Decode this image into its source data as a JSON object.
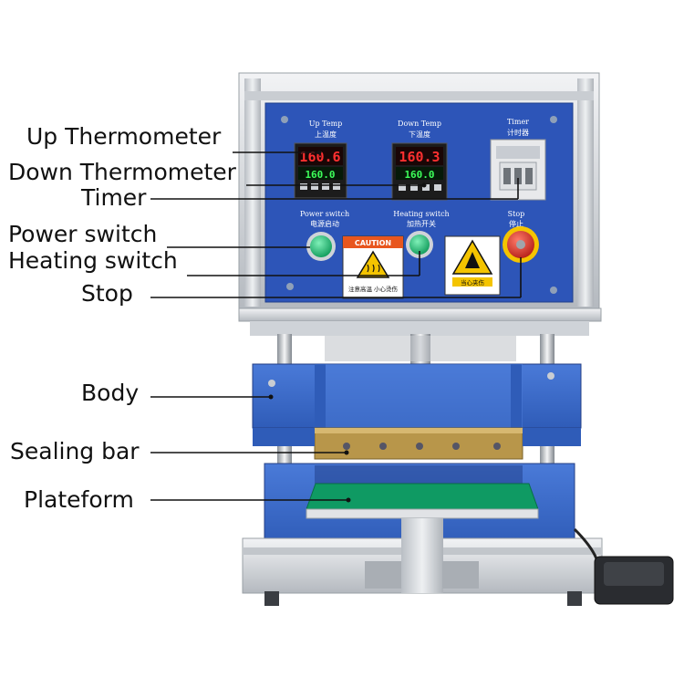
{
  "callouts": {
    "up_thermometer": "Up Thermometer",
    "down_thermometer": "Down Thermometer",
    "timer": "Timer",
    "power_switch": "Power switch",
    "heating_switch": "Heating switch",
    "stop": "Stop",
    "body": "Body",
    "sealing_bar": "Sealing bar",
    "plateform": "Plateform"
  },
  "panel": {
    "up_temp_en": "Up Temp",
    "up_temp_cn": "上温度",
    "down_temp_en": "Down Temp",
    "down_temp_cn": "下温度",
    "timer_en": "Timer",
    "timer_cn": "计时器",
    "power_switch_en": "Power switch",
    "power_switch_cn": "电源启动",
    "heating_switch_en": "Heating switch",
    "heating_switch_cn": "加热开关",
    "stop_en": "Stop",
    "stop_cn": "停止",
    "up_temp_pv": "160.6",
    "up_temp_sv": "160.0",
    "down_temp_pv": "160.3",
    "down_temp_sv": "160.0",
    "caution_header": "CAUTION",
    "caution_cn": "注意高温 小心烫伤",
    "hand_warning_cn": "当心夹伤"
  },
  "colors": {
    "panel_blue": "#2d55b8",
    "body_blue": "#3f6fd0",
    "sealing_bar": "#b8964a",
    "platform_green": "#0f9a63",
    "aluminum": "#d9dde2",
    "button_green": "#22b573",
    "stop_red": "#d8342a",
    "display_red": "#ff3030",
    "display_green": "#3dff5a",
    "warning_yellow": "#f4c400",
    "caution_orange": "#e8561e"
  },
  "icons": [
    "hot-surface-icon",
    "hand-crush-icon",
    "emergency-stop-icon",
    "foot-pedal-icon"
  ]
}
